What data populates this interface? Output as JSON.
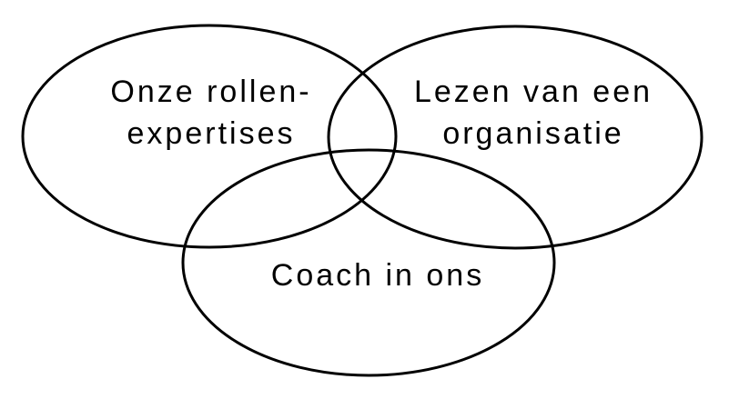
{
  "diagram": {
    "type": "venn",
    "line_color": "#000000",
    "background_color": "#ffffff",
    "sets": [
      {
        "id": "left",
        "lines": [
          "Onze rollen-",
          "expertises"
        ]
      },
      {
        "id": "right",
        "lines": [
          "Lezen van een",
          "organisatie"
        ]
      },
      {
        "id": "bottom",
        "lines": [
          "Coach in ons"
        ]
      }
    ]
  }
}
